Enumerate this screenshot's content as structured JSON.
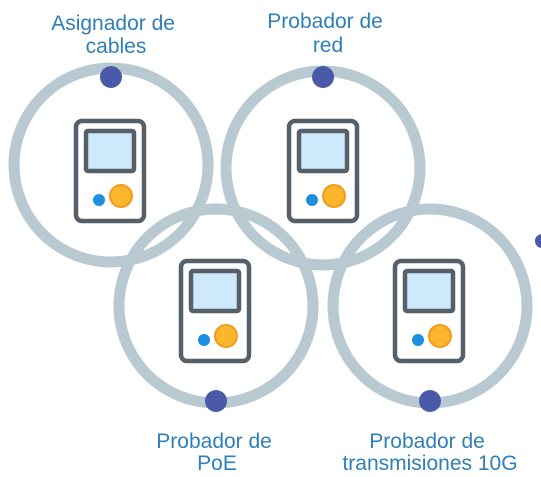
{
  "tools": [
    {
      "label_lines": [
        "Asignador de",
        "cables"
      ]
    },
    {
      "label_lines": [
        "Probador de",
        "red"
      ]
    },
    {
      "label_lines": [
        "Probador de",
        "PoE"
      ]
    },
    {
      "label_lines": [
        "Probador de",
        "transmisiones 10G"
      ]
    }
  ],
  "colors": {
    "ring": "#b9c9d2",
    "ring_dot": "#4a5aa8",
    "label": "#2f7fb8",
    "device_outline": "#566068",
    "device_screen": "#cde9fb",
    "button_small": "#1e8fe0",
    "button_large": "#fbb62c"
  },
  "icons": [
    "handheld-tester-icon"
  ]
}
